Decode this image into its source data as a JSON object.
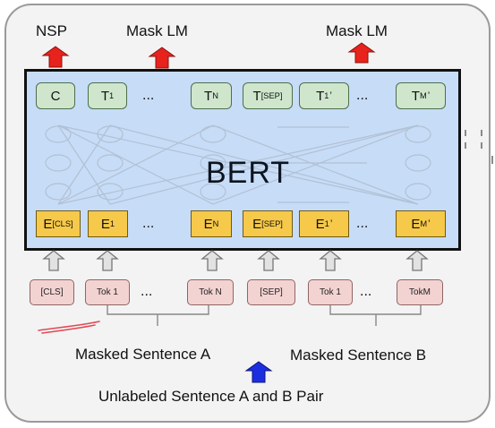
{
  "heads": {
    "nsp": "NSP",
    "mask_lm_left": "Mask LM",
    "mask_lm_right": "Mask LM"
  },
  "model": {
    "title": "BERT"
  },
  "outputs": {
    "c": "C",
    "t1": {
      "base": "T",
      "sub": "1"
    },
    "tn": {
      "base": "T",
      "sub": "N"
    },
    "tsep": {
      "base": "T",
      "sub": "[SEP]"
    },
    "t1p": {
      "base": "T",
      "sub": "1",
      "sup": "’"
    },
    "tmp": {
      "base": "T",
      "sub": "M",
      "sup": "’"
    }
  },
  "embeddings": {
    "ecls": {
      "base": "E",
      "sub": "[CLS]"
    },
    "e1": {
      "base": "E",
      "sub": "1"
    },
    "en": {
      "base": "E",
      "sub": "N"
    },
    "esep": {
      "base": "E",
      "sub": "[SEP]"
    },
    "e1p": {
      "base": "E",
      "sub": "1",
      "sup": "’"
    },
    "emp": {
      "base": "E",
      "sub": "M",
      "sup": "’"
    }
  },
  "inputs": {
    "cls": "[CLS]",
    "tok1": "Tok 1",
    "tokn": "Tok N",
    "sep": "[SEP]",
    "tok1b": "Tok 1",
    "tokm": "TokM"
  },
  "ellipsis": "...",
  "sentences": {
    "a": "Masked Sentence A",
    "b": "Masked Sentence B",
    "pair": "Unlabeled Sentence A and B Pair"
  },
  "colors": {
    "head_arrow": "#e8221c",
    "input_arrow": "#1c2fe0",
    "bert_fill": "#c7dcf7",
    "output_token": "#cfe6cc",
    "embedding_token": "#f6c94a",
    "input_token": "#f3d3d2"
  }
}
